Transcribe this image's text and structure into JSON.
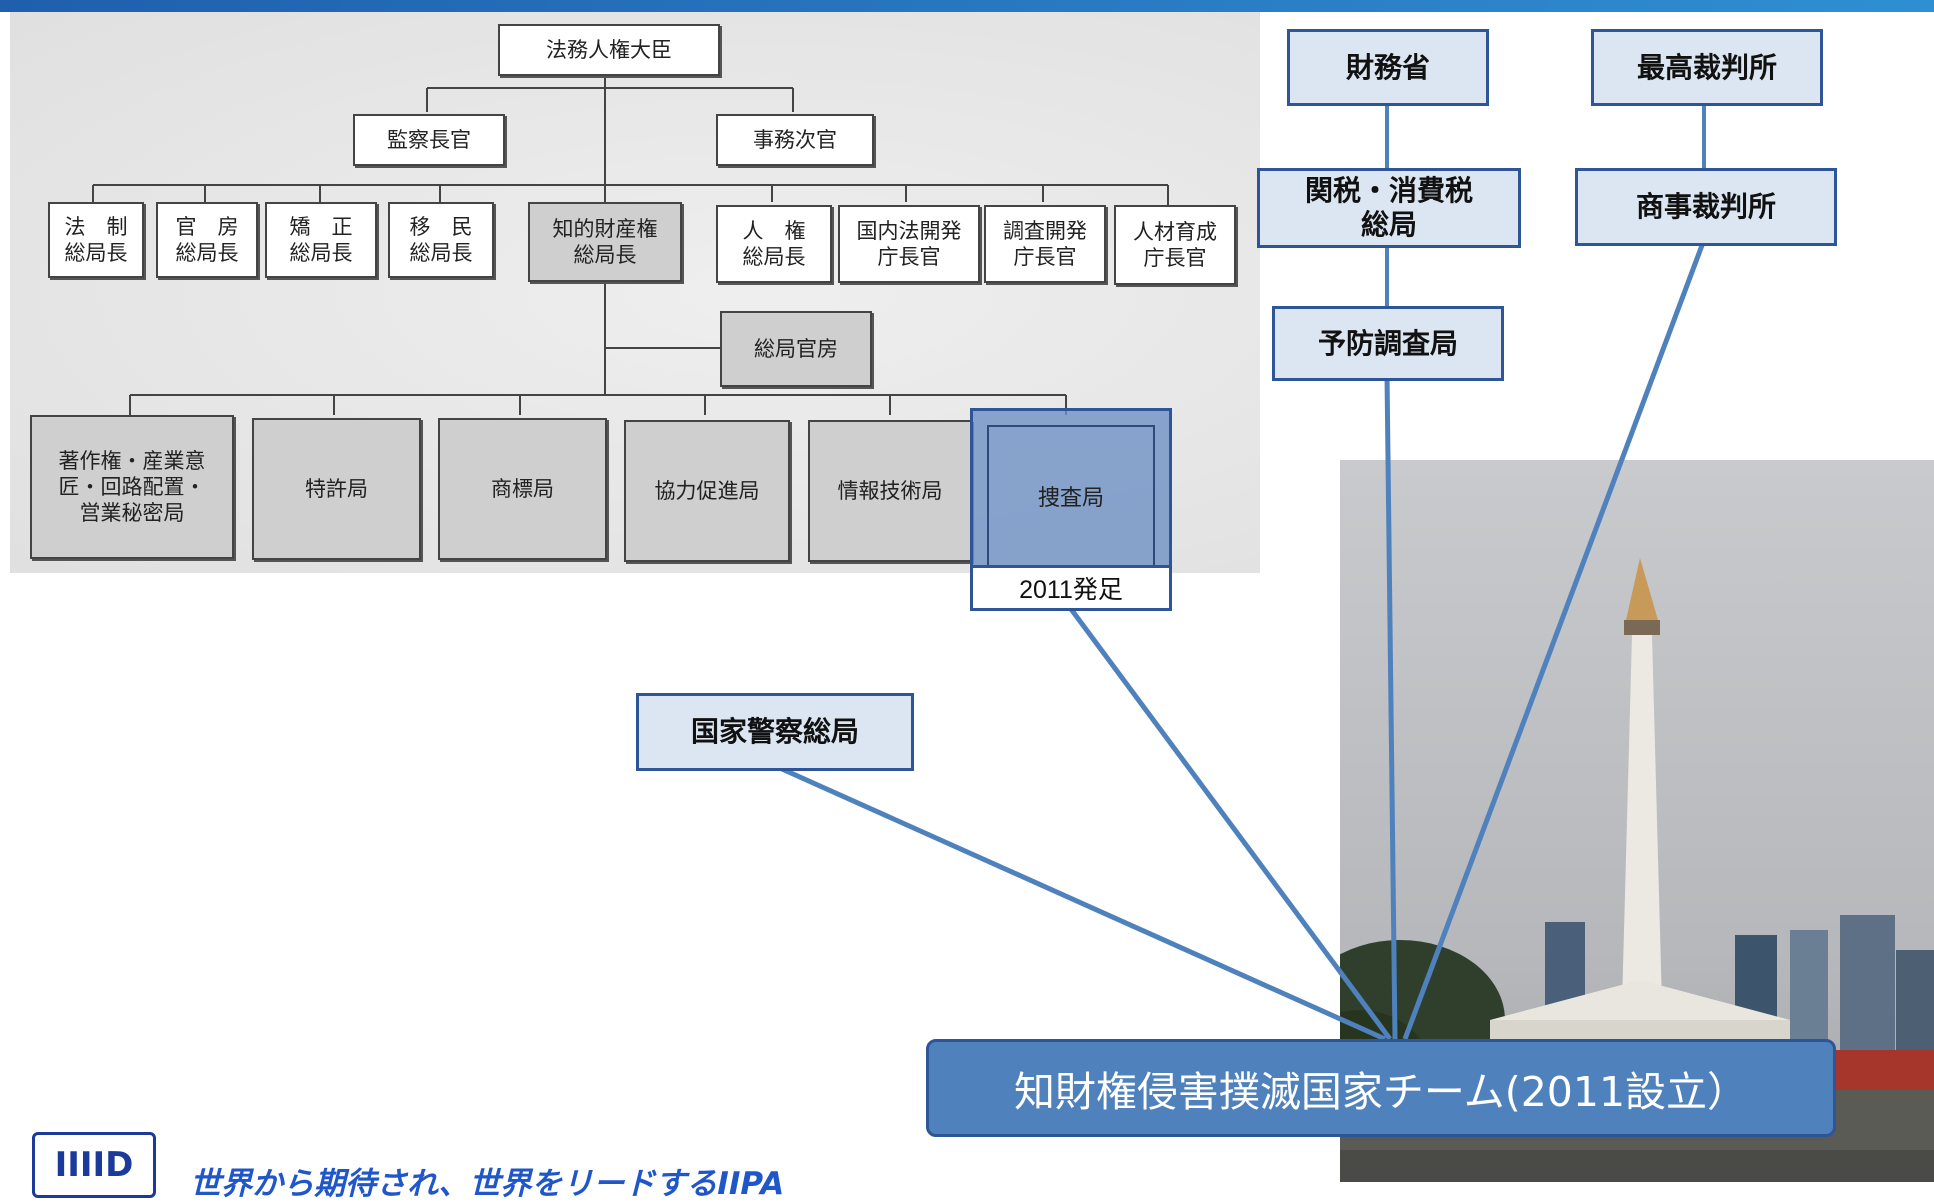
{
  "org_chart": {
    "minister": "法務人権大臣",
    "inspector": "監察長官",
    "vice_minister": "事務次官",
    "directors": [
      "法　制\n総局長",
      "官　房\n総局長",
      "矯　正\n総局長",
      "移　民\n総局長",
      "知的財産権\n総局長",
      "人　権\n総局長",
      "国内法開発\n庁長官",
      "調査開発\n庁長官",
      "人材育成\n庁長官"
    ],
    "secretariat": "総局官房",
    "bureaus": [
      "著作権・産業意\n匠・回路配置・\n営業秘密局",
      "特許局",
      "商標局",
      "協力促進局",
      "情報技術局"
    ],
    "investigation": "捜査局",
    "investigation_note": "2011発足"
  },
  "agencies": {
    "finance": "財務省",
    "supreme_court": "最高裁判所",
    "customs": "関税・消費税\n総局",
    "commercial_court": "商事裁判所",
    "prevention": "予防調査局",
    "police": "国家警察総局"
  },
  "team": "知財権侵害撲滅国家チーム(2011設立）",
  "footer": {
    "logo": "IIIID",
    "slogan": "世界から期待され、世界をリードするIIPA"
  },
  "colors": {
    "accent": "#2e5597",
    "box_fill": "#dce6f2",
    "team_fill": "#4f81bd",
    "line": "#4f81bd"
  }
}
